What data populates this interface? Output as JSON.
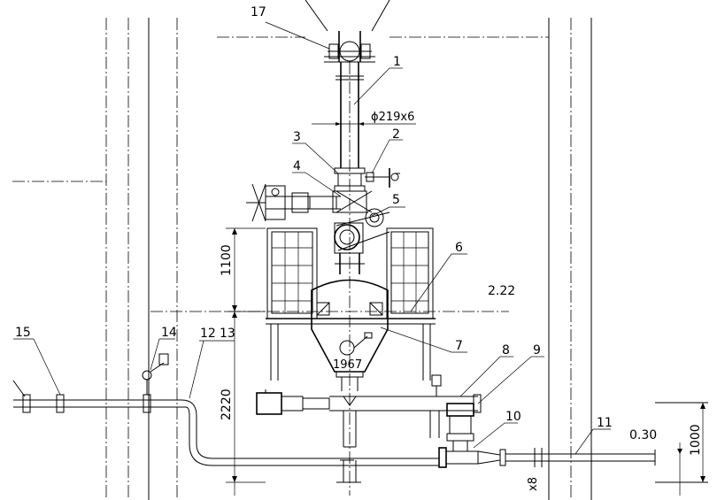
{
  "callouts": [
    "1",
    "2",
    "3",
    "4",
    "5",
    "6",
    "7",
    "8",
    "9",
    "10",
    "11",
    "12",
    "13",
    "14",
    "15"
  ],
  "partial_label": "17",
  "dimensions": {
    "pipe_size": "ϕ219x6",
    "height_upper": "1100",
    "height_lower": "2220",
    "height_right": "1000",
    "elevation_1": "2.22",
    "elevation_2": "0.30",
    "center_dim": "1967",
    "small_dim": "x8"
  }
}
